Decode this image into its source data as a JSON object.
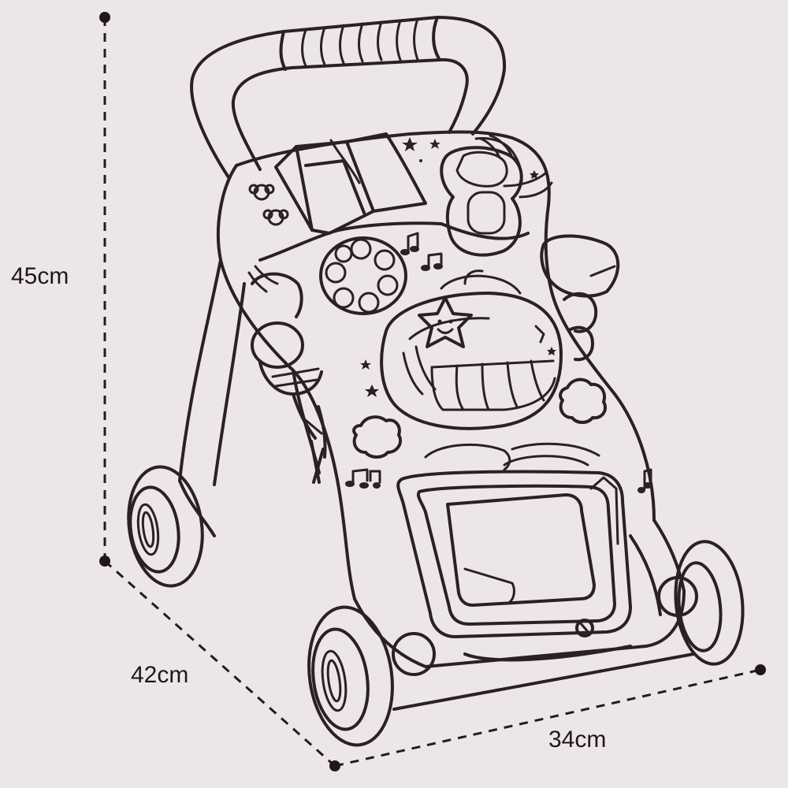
{
  "dimensions": {
    "height": "45cm",
    "depth": "42cm",
    "width": "34cm"
  },
  "colors": {
    "background": "#ece6ea",
    "line": "#2b2024"
  }
}
